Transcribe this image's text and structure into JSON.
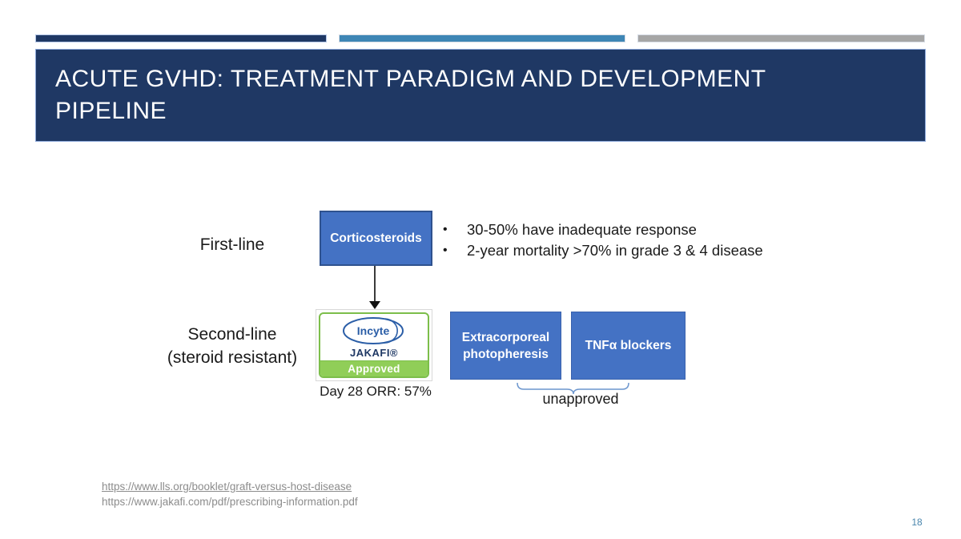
{
  "header": {
    "title": "ACUTE GVHD: TREATMENT PARADIGM AND DEVELOPMENT PIPELINE"
  },
  "diagram": {
    "first_line": {
      "row_label": "First-line",
      "box_label": "Corticosteroids",
      "bullets": [
        "30-50% have inadequate response",
        "2-year mortality >70% in grade 3 & 4 disease"
      ]
    },
    "second_line": {
      "row_label_line1": "Second-line",
      "row_label_line2": "(steroid resistant)",
      "jakafi_card": {
        "logo_text": "Incyte",
        "drug_name": "JAKAFI®",
        "status_label": "Approved",
        "result_label": "Day 28 ORR: 57%"
      },
      "unapproved_boxes": [
        "Extracorporeal photopheresis",
        "TNFα blockers"
      ],
      "bracket_label": "unapproved"
    }
  },
  "footer": {
    "references": [
      "https://www.lls.org/booklet/graft-versus-host-disease",
      "https://www.jakafi.com/pdf/prescribing-information.pdf"
    ],
    "page_number": "18"
  },
  "colors": {
    "banner_navy": "#1F3864",
    "accent_teal": "#3E86B5",
    "accent_gray": "#A6A6A6",
    "box_blue": "#4472C4",
    "box_border_blue": "#2F528F",
    "approved_green": "#90CE58",
    "green_border": "#7CBE4A",
    "incyte_blue": "#2B5EA7",
    "page_number_blue": "#4A86AD"
  }
}
